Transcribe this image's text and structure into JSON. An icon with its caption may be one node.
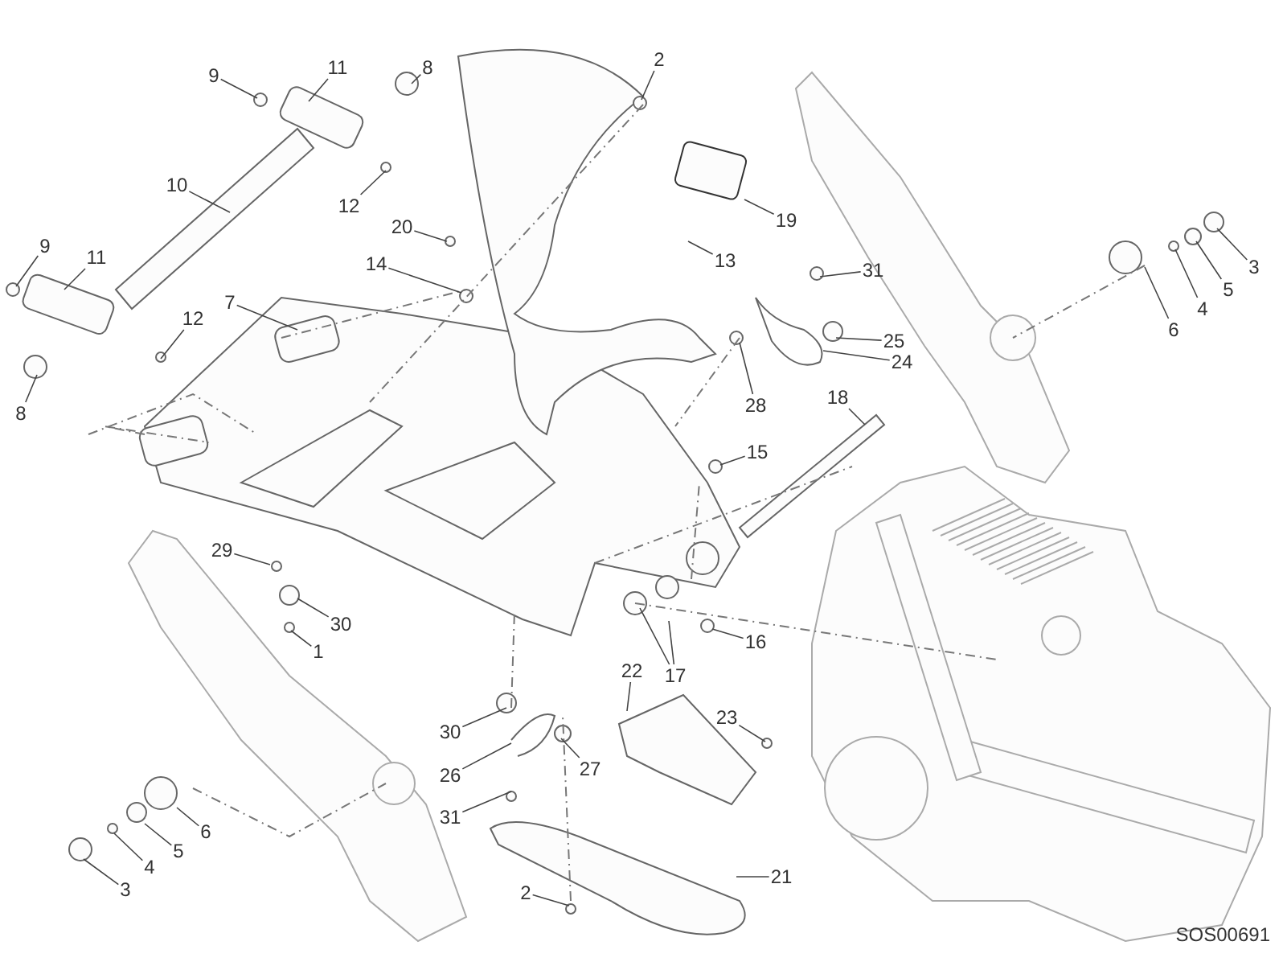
{
  "diagram": {
    "nodes": [
      {
        "text": [
          "9"
        ]
      },
      {
        "text": [
          "11"
        ]
      },
      {
        "text": [
          "8"
        ]
      },
      {
        "text": [
          "10"
        ]
      },
      {
        "text": [
          "12"
        ]
      },
      {
        "text": [
          "9"
        ]
      },
      {
        "text": [
          "11"
        ]
      },
      {
        "text": [
          "12"
        ]
      },
      {
        "text": [
          "8"
        ]
      },
      {
        "text": [
          "7"
        ]
      },
      {
        "text": [
          "2"
        ]
      },
      {
        "text": [
          "20"
        ]
      },
      {
        "text": [
          "14"
        ]
      },
      {
        "text": [
          "19"
        ]
      },
      {
        "text": [
          "13"
        ]
      },
      {
        "text": [
          "31"
        ]
      },
      {
        "text": [
          "25"
        ]
      },
      {
        "text": [
          "24"
        ]
      },
      {
        "text": [
          "28"
        ]
      },
      {
        "text": [
          "18"
        ]
      },
      {
        "text": [
          "15"
        ]
      },
      {
        "text": [
          "3"
        ]
      },
      {
        "text": [
          "5"
        ]
      },
      {
        "text": [
          "4"
        ]
      },
      {
        "text": [
          "6"
        ]
      },
      {
        "text": [
          "29"
        ]
      },
      {
        "text": [
          "30"
        ]
      },
      {
        "text": [
          "1"
        ]
      },
      {
        "text": [
          "16"
        ]
      },
      {
        "text": [
          "17"
        ]
      },
      {
        "text": [
          "22"
        ]
      },
      {
        "text": [
          "23"
        ]
      },
      {
        "text": [
          "30"
        ]
      },
      {
        "text": [
          "27"
        ]
      },
      {
        "text": [
          "26"
        ]
      },
      {
        "text": [
          "31"
        ]
      },
      {
        "text": [
          "21"
        ]
      },
      {
        "text": [
          "2"
        ]
      },
      {
        "text": [
          "6"
        ]
      },
      {
        "text": [
          "5"
        ]
      },
      {
        "text": [
          "4"
        ]
      },
      {
        "text": [
          "3"
        ]
      }
    ],
    "edges": [
      {
        "from": 0,
        "to": null,
        "arrow": "none"
      },
      {
        "from": 1,
        "to": null,
        "arrow": "none"
      },
      {
        "from": 2,
        "to": null,
        "arrow": "none"
      },
      {
        "from": 3,
        "to": null,
        "arrow": "none"
      },
      {
        "from": 4,
        "to": null,
        "arrow": "none"
      },
      {
        "from": 5,
        "to": null,
        "arrow": "none"
      },
      {
        "from": 6,
        "to": null,
        "arrow": "none"
      },
      {
        "from": 7,
        "to": null,
        "arrow": "none"
      },
      {
        "from": 8,
        "to": null,
        "arrow": "none"
      },
      {
        "from": 9,
        "to": null,
        "arrow": "none"
      },
      {
        "from": 10,
        "to": null,
        "arrow": "none"
      },
      {
        "from": 11,
        "to": null,
        "arrow": "none"
      },
      {
        "from": 12,
        "to": null,
        "arrow": "none"
      },
      {
        "from": 13,
        "to": null,
        "arrow": "none"
      },
      {
        "from": 14,
        "to": null,
        "arrow": "none"
      },
      {
        "from": 15,
        "to": null,
        "arrow": "none"
      },
      {
        "from": 16,
        "to": null,
        "arrow": "none"
      },
      {
        "from": 17,
        "to": null,
        "arrow": "none"
      },
      {
        "from": 18,
        "to": null,
        "arrow": "none"
      },
      {
        "from": 19,
        "to": null,
        "arrow": "none"
      },
      {
        "from": 20,
        "to": null,
        "arrow": "none"
      },
      {
        "from": 21,
        "to": null,
        "arrow": "none"
      },
      {
        "from": 22,
        "to": null,
        "arrow": "none"
      },
      {
        "from": 23,
        "to": null,
        "arrow": "none"
      },
      {
        "from": 24,
        "to": null,
        "arrow": "none"
      },
      {
        "from": 25,
        "to": null,
        "arrow": "none"
      },
      {
        "from": 26,
        "to": null,
        "arrow": "none"
      },
      {
        "from": 27,
        "to": null,
        "arrow": "none"
      },
      {
        "from": 28,
        "to": null,
        "arrow": "none"
      },
      {
        "from": 29,
        "to": null,
        "arrow": "none"
      },
      {
        "from": 29,
        "to": null,
        "arrow": "none"
      },
      {
        "from": 30,
        "to": null,
        "arrow": "none"
      },
      {
        "from": 31,
        "to": null,
        "arrow": "none"
      },
      {
        "from": 32,
        "to": null,
        "arrow": "none"
      },
      {
        "from": 33,
        "to": null,
        "arrow": "none"
      },
      {
        "from": 34,
        "to": null,
        "arrow": "none"
      },
      {
        "from": 35,
        "to": null,
        "arrow": "none"
      },
      {
        "from": 36,
        "to": null,
        "arrow": "none"
      },
      {
        "from": 37,
        "to": null,
        "arrow": "none"
      },
      {
        "from": 38,
        "to": null,
        "arrow": "none"
      },
      {
        "from": 39,
        "to": null,
        "arrow": "none"
      },
      {
        "from": 40,
        "to": null,
        "arrow": "none"
      },
      {
        "from": 41,
        "to": null,
        "arrow": "none"
      }
    ],
    "labels": [
      "SOS00691"
    ]
  }
}
